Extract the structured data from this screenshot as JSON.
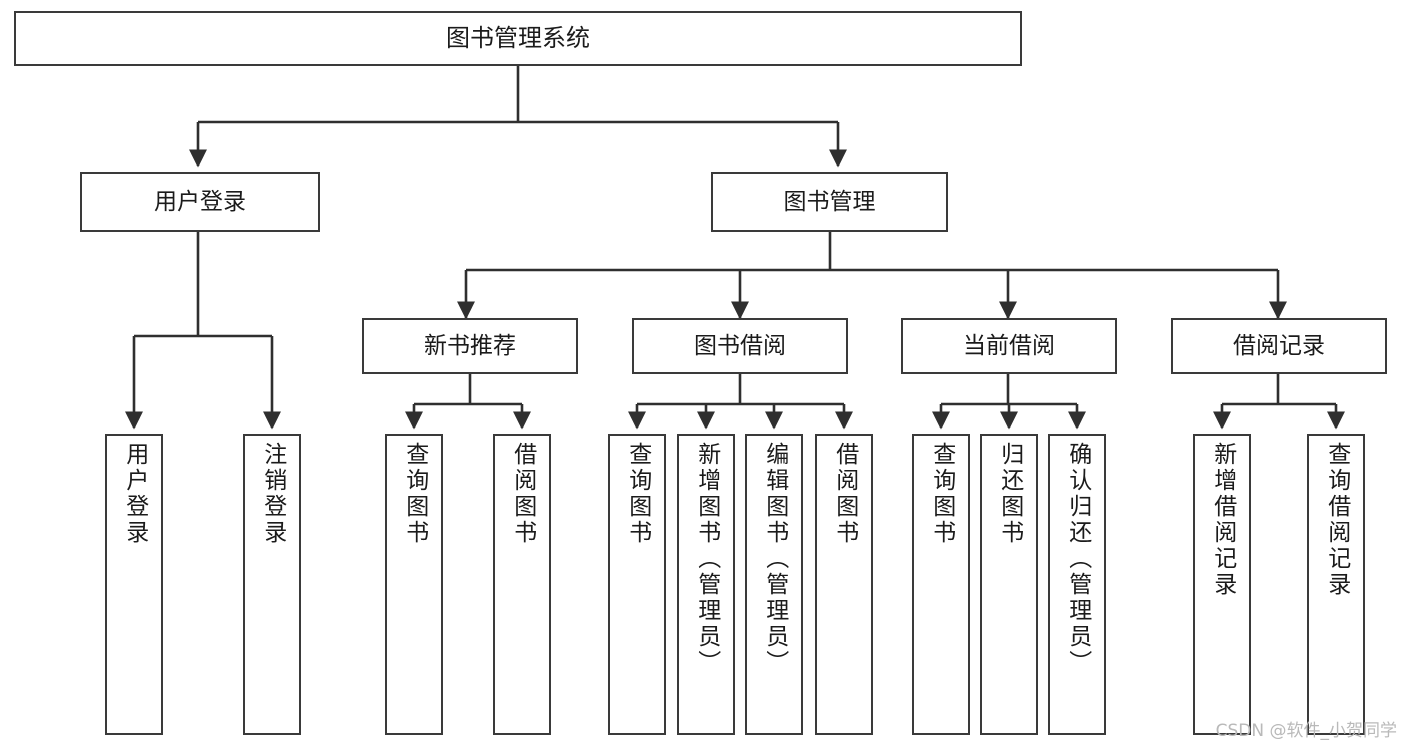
{
  "diagram": {
    "type": "tree",
    "title": "图书管理系统",
    "orientation": "top-down",
    "colors": {
      "background": "#ffffff",
      "node_border": "#3a3a3a",
      "node_fill": "#ffffff",
      "connector": "#2f2f2f",
      "text": "#1b1b1b",
      "watermark": "#b9b9b9"
    },
    "root": {
      "label": "图书管理系统"
    },
    "level2": [
      {
        "label": "用户登录"
      },
      {
        "label": "图书管理"
      }
    ],
    "level3": [
      {
        "label": "新书推荐"
      },
      {
        "label": "图书借阅"
      },
      {
        "label": "当前借阅"
      },
      {
        "label": "借阅记录"
      }
    ],
    "leaves": {
      "user_login": [
        {
          "label": "用户登录"
        },
        {
          "label": "注销登录"
        }
      ],
      "new_book_recommend": [
        {
          "label": "查询图书"
        },
        {
          "label": "借阅图书"
        }
      ],
      "book_borrow": [
        {
          "label": "查询图书"
        },
        {
          "label": "新增图书（管理员）"
        },
        {
          "label": "编辑图书（管理员）"
        },
        {
          "label": "借阅图书"
        }
      ],
      "current_borrow": [
        {
          "label": "查询图书"
        },
        {
          "label": "归还图书"
        },
        {
          "label": "确认归还（管理员）"
        }
      ],
      "borrow_record": [
        {
          "label": "新增借阅记录"
        },
        {
          "label": "查询借阅记录"
        }
      ]
    }
  },
  "watermark": {
    "text": "CSDN @软件_小贺同学"
  }
}
